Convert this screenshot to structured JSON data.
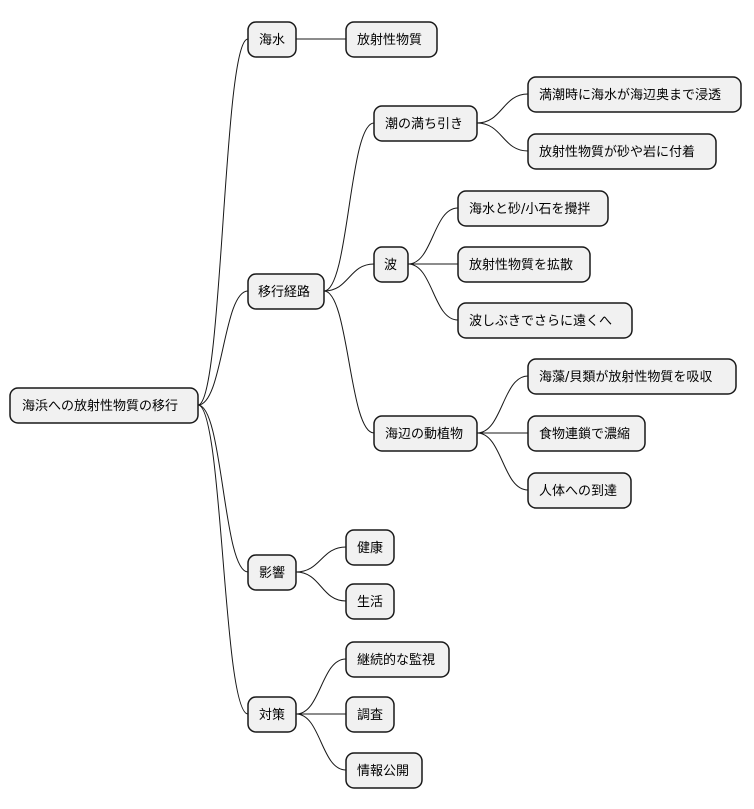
{
  "mindmap": {
    "root": {
      "label": "海浜への放射性物質の移行"
    },
    "branches": [
      {
        "label": "海水",
        "children": [
          {
            "label": "放射性物質"
          }
        ]
      },
      {
        "label": "移行経路",
        "children": [
          {
            "label": "潮の満ち引き",
            "children": [
              {
                "label": "満潮時に海水が海辺奥まで浸透"
              },
              {
                "label": "放射性物質が砂や岩に付着"
              }
            ]
          },
          {
            "label": "波",
            "children": [
              {
                "label": "海水と砂/小石を攪拌"
              },
              {
                "label": "放射性物質を拡散"
              },
              {
                "label": "波しぶきでさらに遠くへ"
              }
            ]
          },
          {
            "label": "海辺の動植物",
            "children": [
              {
                "label": "海藻/貝類が放射性物質を吸収"
              },
              {
                "label": "食物連鎖で濃縮"
              },
              {
                "label": "人体への到達"
              }
            ]
          }
        ]
      },
      {
        "label": "影響",
        "children": [
          {
            "label": "健康"
          },
          {
            "label": "生活"
          }
        ]
      },
      {
        "label": "対策",
        "children": [
          {
            "label": "継続的な監視"
          },
          {
            "label": "調査"
          },
          {
            "label": "情報公開"
          }
        ]
      }
    ]
  }
}
